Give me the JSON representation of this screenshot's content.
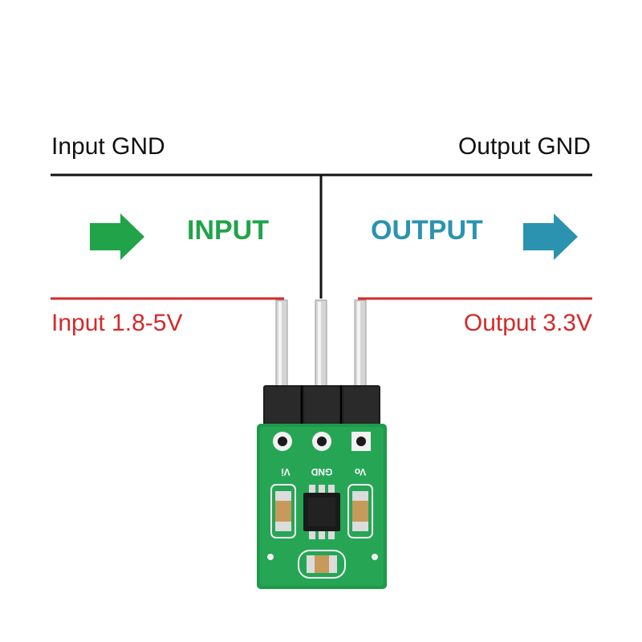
{
  "labels": {
    "input_gnd": "Input GND",
    "output_gnd": "Output GND",
    "input_word": "INPUT",
    "output_word": "OUTPUT",
    "input_voltage": "Input 1.8-5V",
    "output_voltage": "Output 3.3V"
  },
  "silkscreen": {
    "vi": "Vi",
    "gnd": "GND",
    "vo": "Vo"
  },
  "colors": {
    "gnd_line": "#111111",
    "voltage_red": "#d42a2a",
    "input_green": "#21a34a",
    "output_teal": "#2b93b0",
    "pcb_green": "#1f9a4a"
  },
  "icons": [
    "input-arrow-icon",
    "output-arrow-icon"
  ]
}
